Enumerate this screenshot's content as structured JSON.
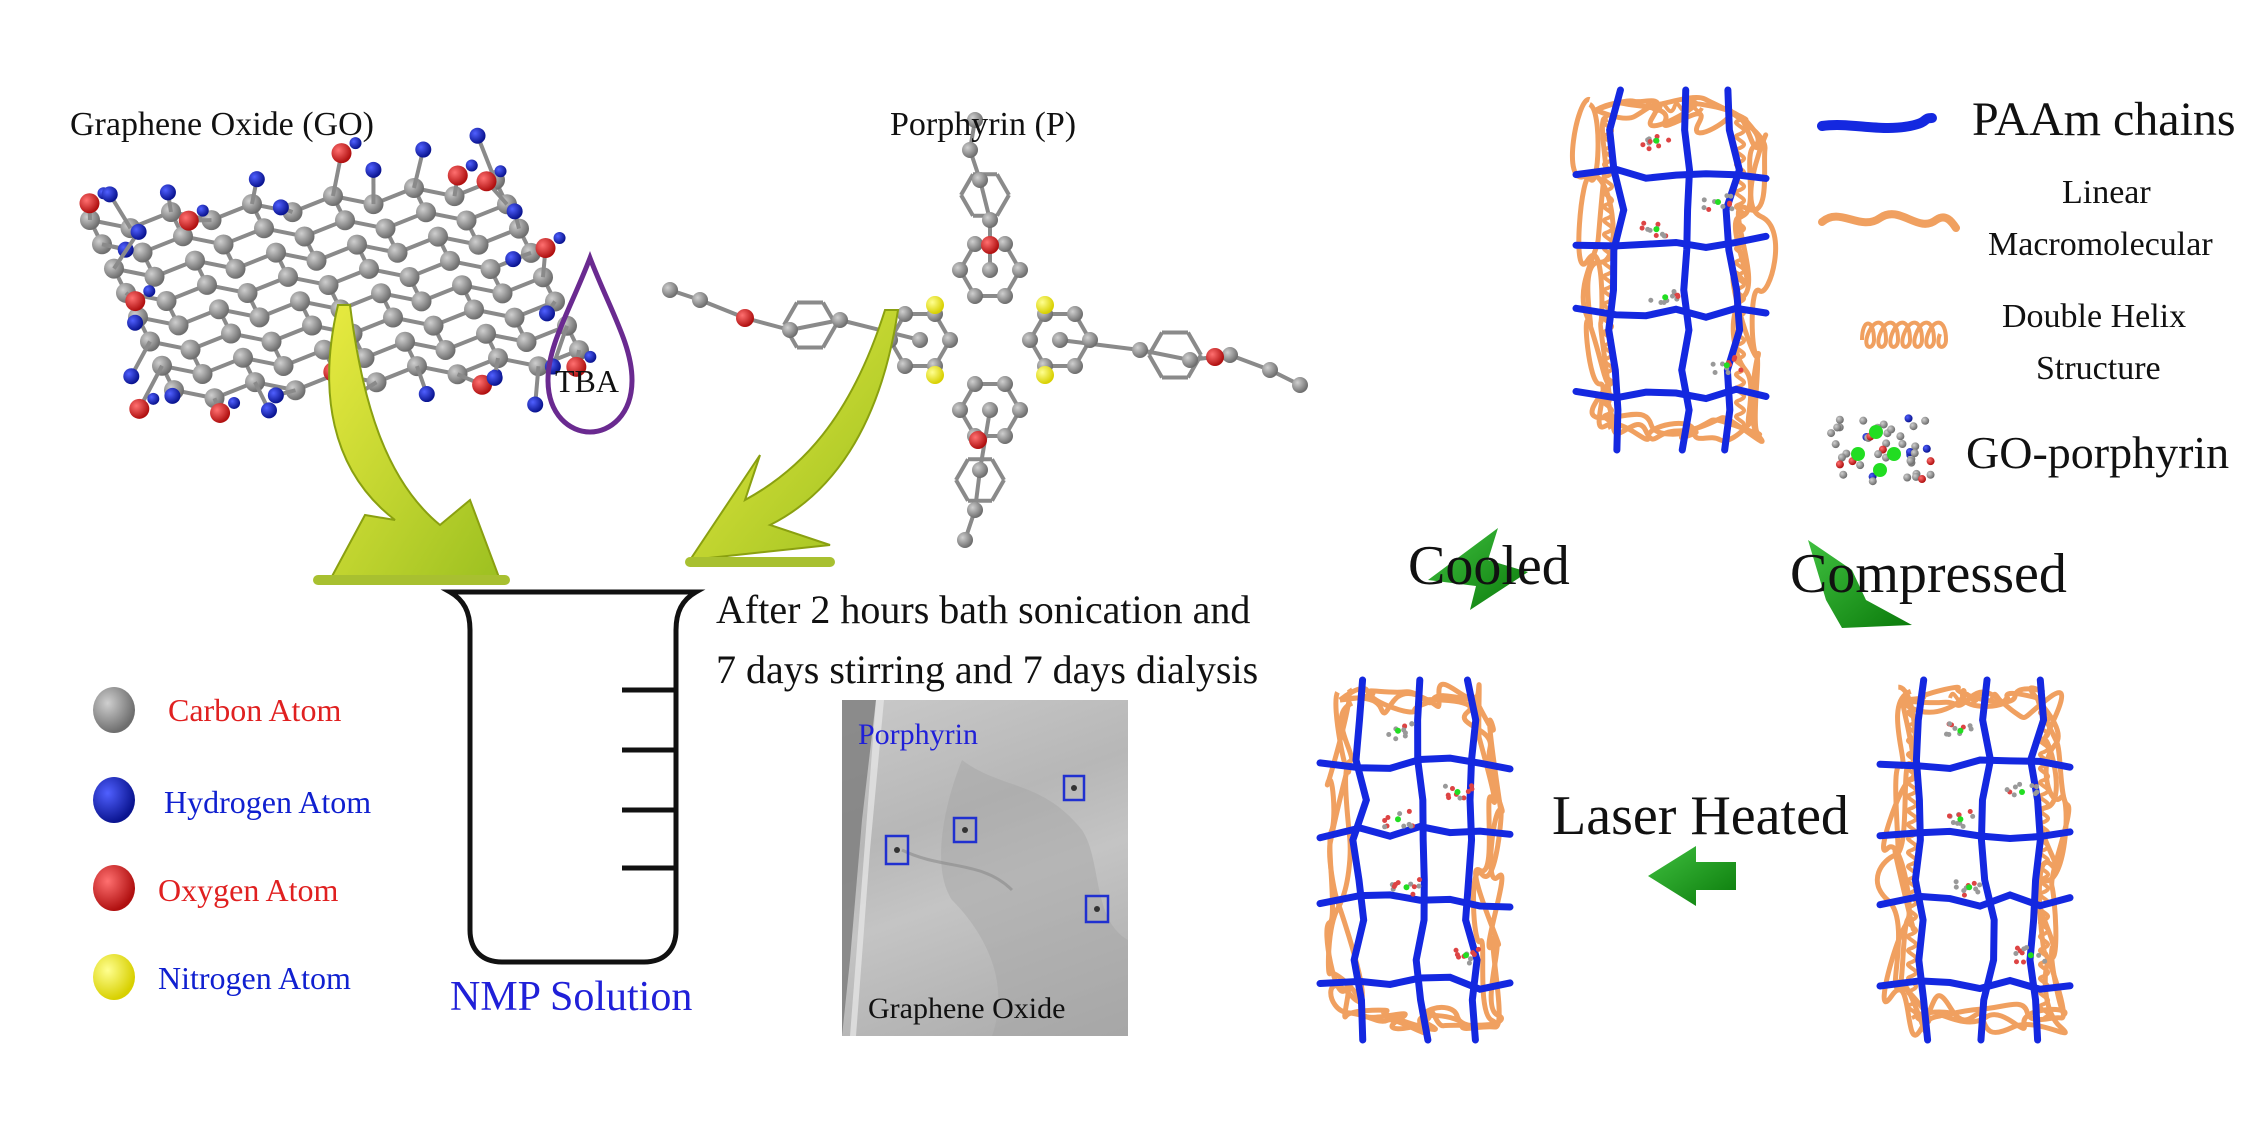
{
  "labels": {
    "graphene_oxide": "Graphene Oxide (GO)",
    "porphyrin": "Porphyrin (P)",
    "tba": "TBA",
    "nmp_solution": "NMP Solution",
    "process_line1": "After 2 hours bath sonication and",
    "process_line2": "7 days stirring and 7 days dialysis",
    "tem_porphyrin": "Porphyrin",
    "tem_graphene_oxide": "Graphene Oxide",
    "cooled": "Cooled",
    "compressed": "Compressed",
    "laser_heated": "Laser Heated"
  },
  "atom_legend": [
    {
      "label": "Carbon Atom",
      "dot_color": "#7f7f7f",
      "text_color": "#e02020"
    },
    {
      "label": "Hydrogen Atom",
      "dot_color": "#1020b0",
      "text_color": "#1020d0"
    },
    {
      "label": "Oxygen Atom",
      "dot_color": "#d42020",
      "text_color": "#e02020"
    },
    {
      "label": "Nitrogen Atom",
      "dot_color": "#f2ee20",
      "text_color": "#1020d0"
    }
  ],
  "structure_legend": {
    "paam": "PAAm chains",
    "linear_line1": "Linear",
    "linear_line2": "Macromolecular",
    "helix_line1": "Double Helix",
    "helix_line2": "Structure",
    "go_porphyrin": "GO-porphyrin"
  },
  "colors": {
    "paam_blue": "#1428e0",
    "macromolecule_orange": "#f0a060",
    "arrow_green": "#1e9a1e",
    "arrow_yellow": "#c8d020",
    "tba_purple": "#6a2a90",
    "tem_box_blue": "#2030d0"
  }
}
